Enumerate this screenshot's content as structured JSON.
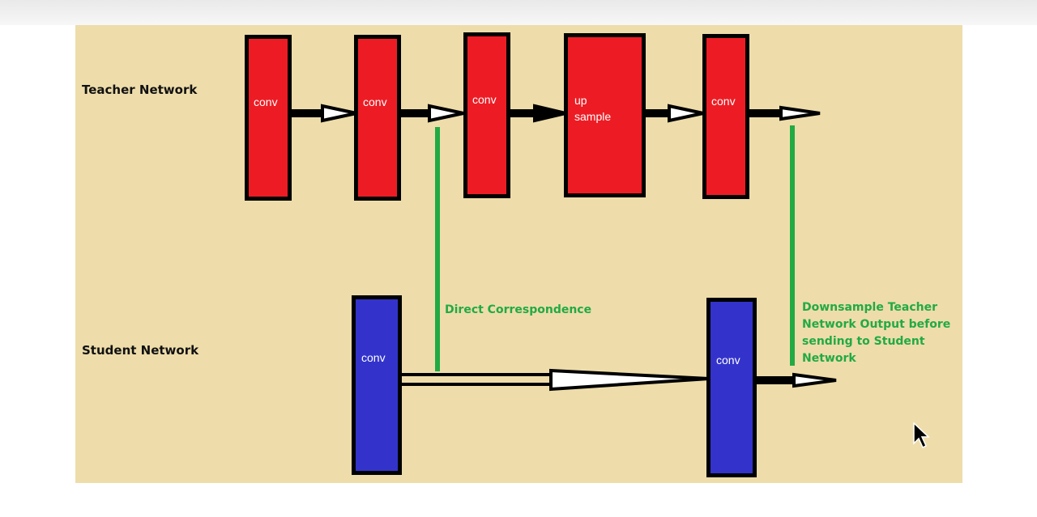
{
  "diagram": {
    "teacher_label": "Teacher Network",
    "student_label": "Student Network",
    "teacher_blocks": [
      {
        "label": "conv"
      },
      {
        "label": "conv"
      },
      {
        "label": "conv"
      },
      {
        "label": "up\nsample"
      },
      {
        "label": "conv"
      }
    ],
    "student_blocks": [
      {
        "label": "conv"
      },
      {
        "label": "conv"
      }
    ],
    "annotation_direct": "Direct Correspondence",
    "annotation_downsample": "Downsample Teacher Network Output before sending to Student Network",
    "colors": {
      "background": "#eeddaa",
      "teacher_block": "#ed1c24",
      "student_block": "#3333cc",
      "connection": "#22aa44",
      "arrow": "#000000"
    }
  }
}
